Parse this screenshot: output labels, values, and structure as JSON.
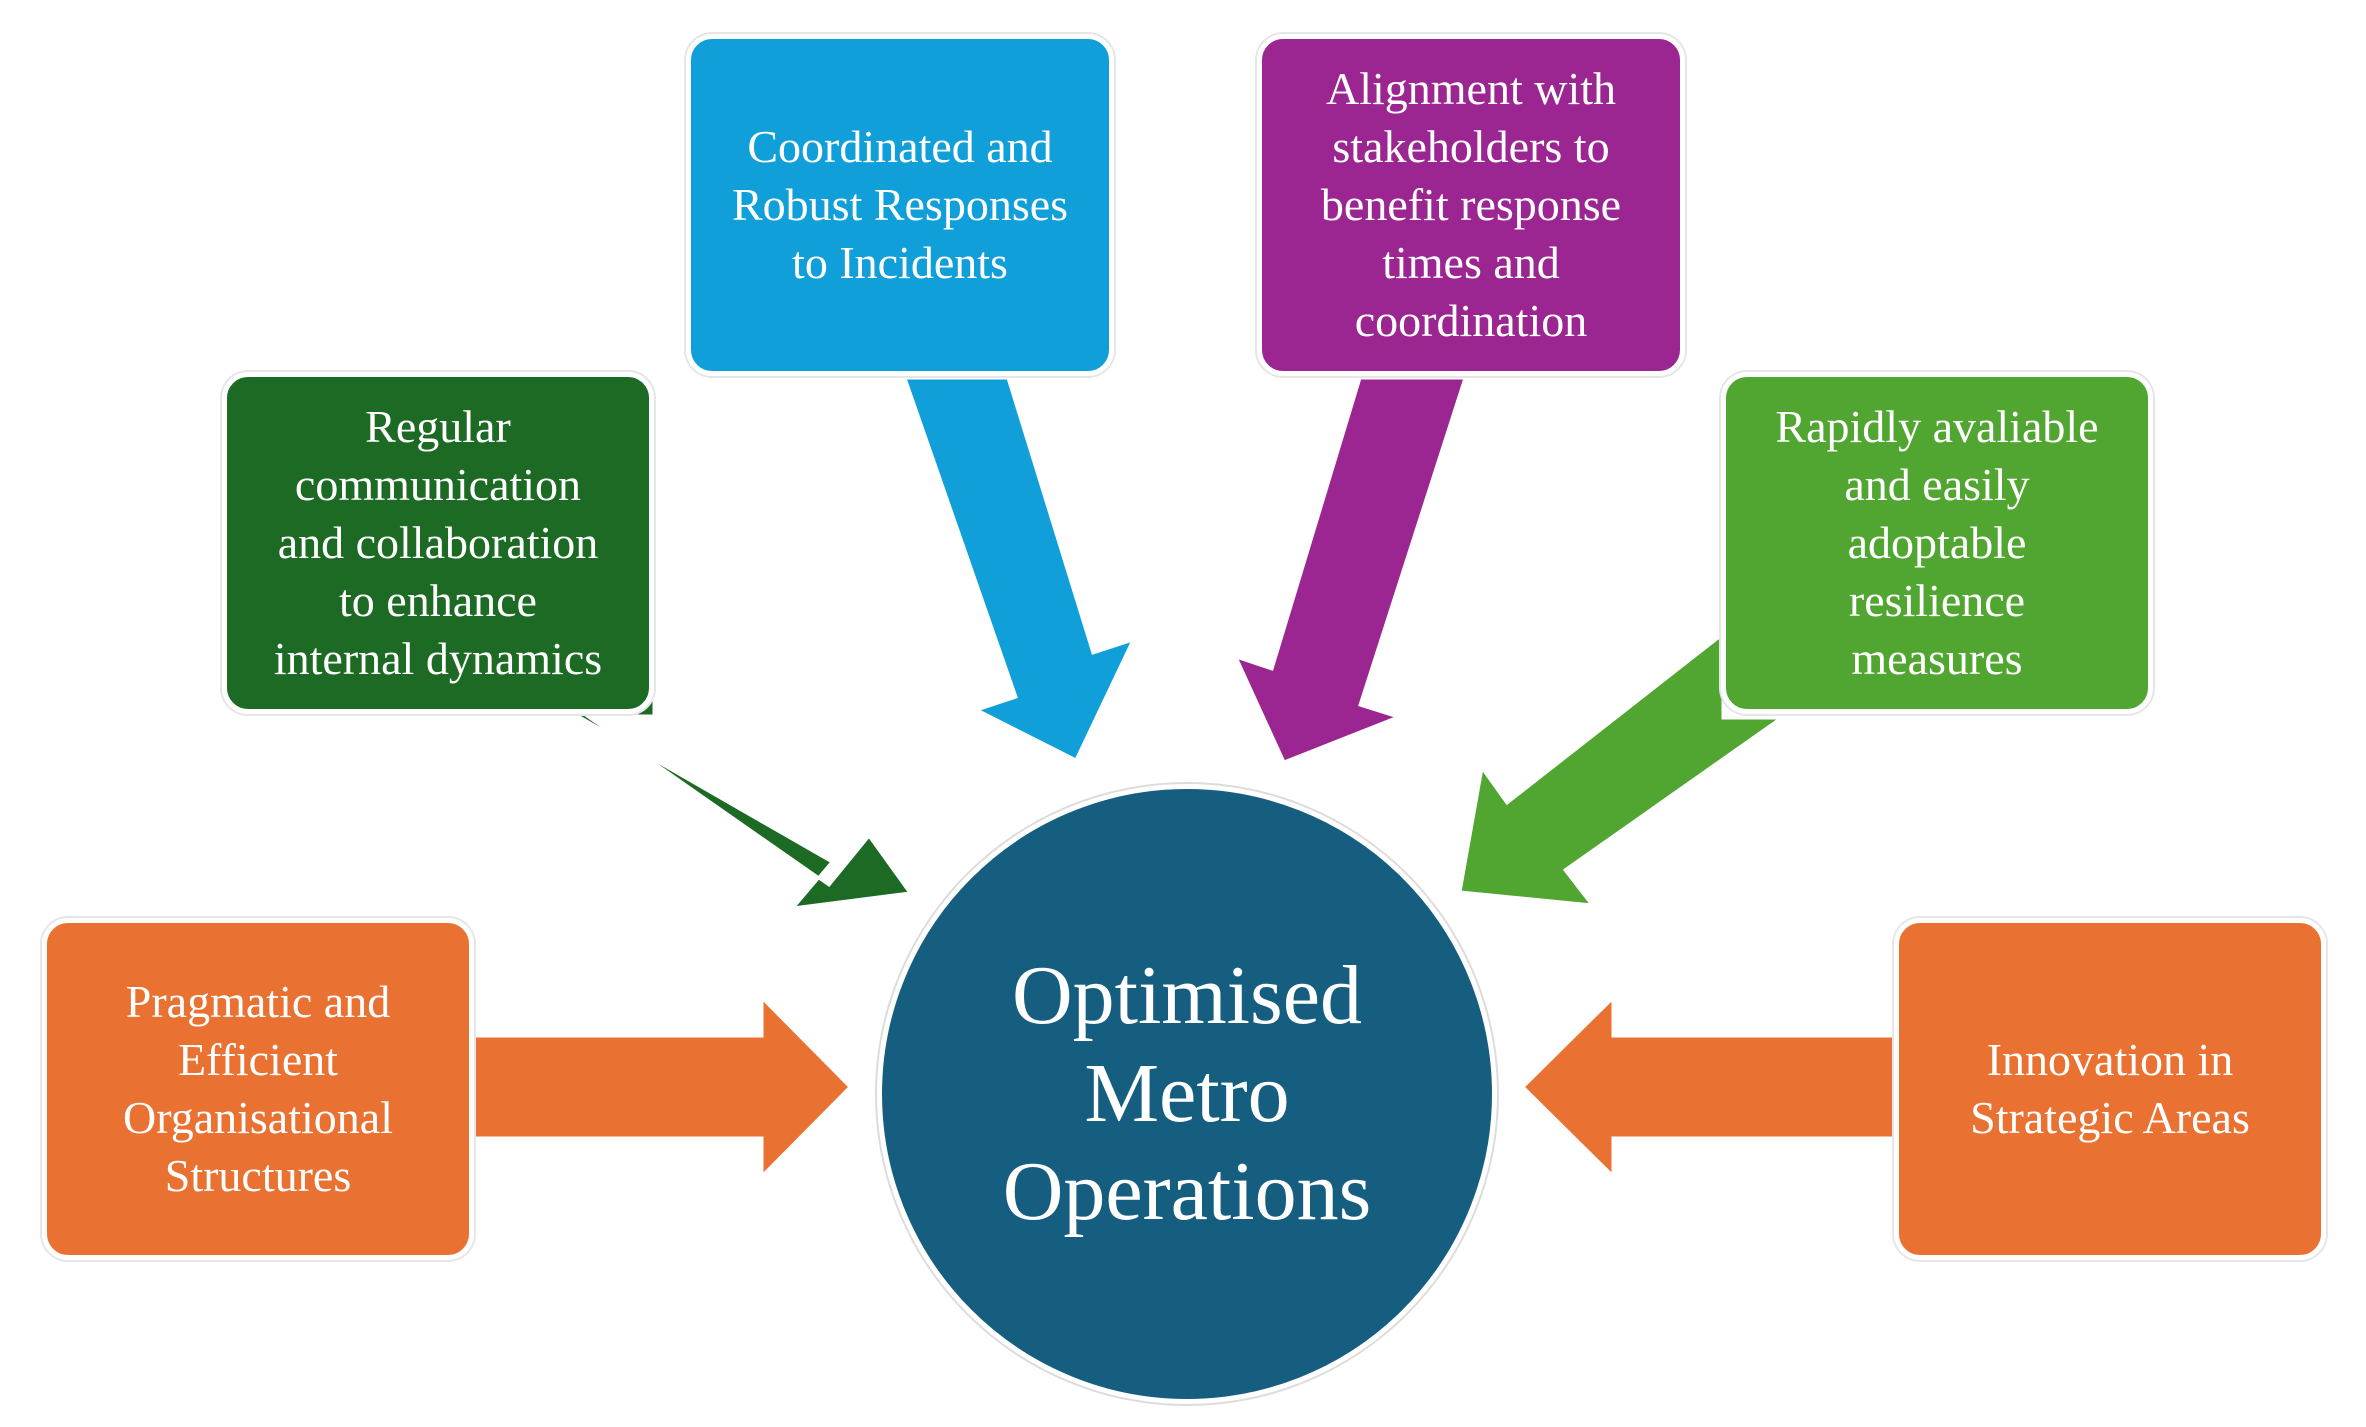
{
  "colors": {
    "top_center": "#109fd8",
    "top_right": "#9c2691",
    "mid_left": "#1c6a23",
    "mid_right": "#51a631",
    "low": "#e97233",
    "hub": "#165e80"
  },
  "hub": {
    "label": "Optimised\nMetro\nOperations"
  },
  "boxes": {
    "top_center": "Coordinated  and\nRobust Responses\nto Incidents",
    "top_right": "Alignment with\nstakeholders to\nbenefit response\ntimes and\ncoordination",
    "mid_left": "Regular\ncommunication\nand collaboration\nto enhance\ninternal dynamics",
    "mid_right": "Rapidly avaliable\nand easily\nadoptable\nresilience\nmeasures",
    "low_left": "Pragmatic and\nEfficient\nOrganisational\nStructures",
    "low_right": "Innovation in\nStrategic  Areas"
  }
}
